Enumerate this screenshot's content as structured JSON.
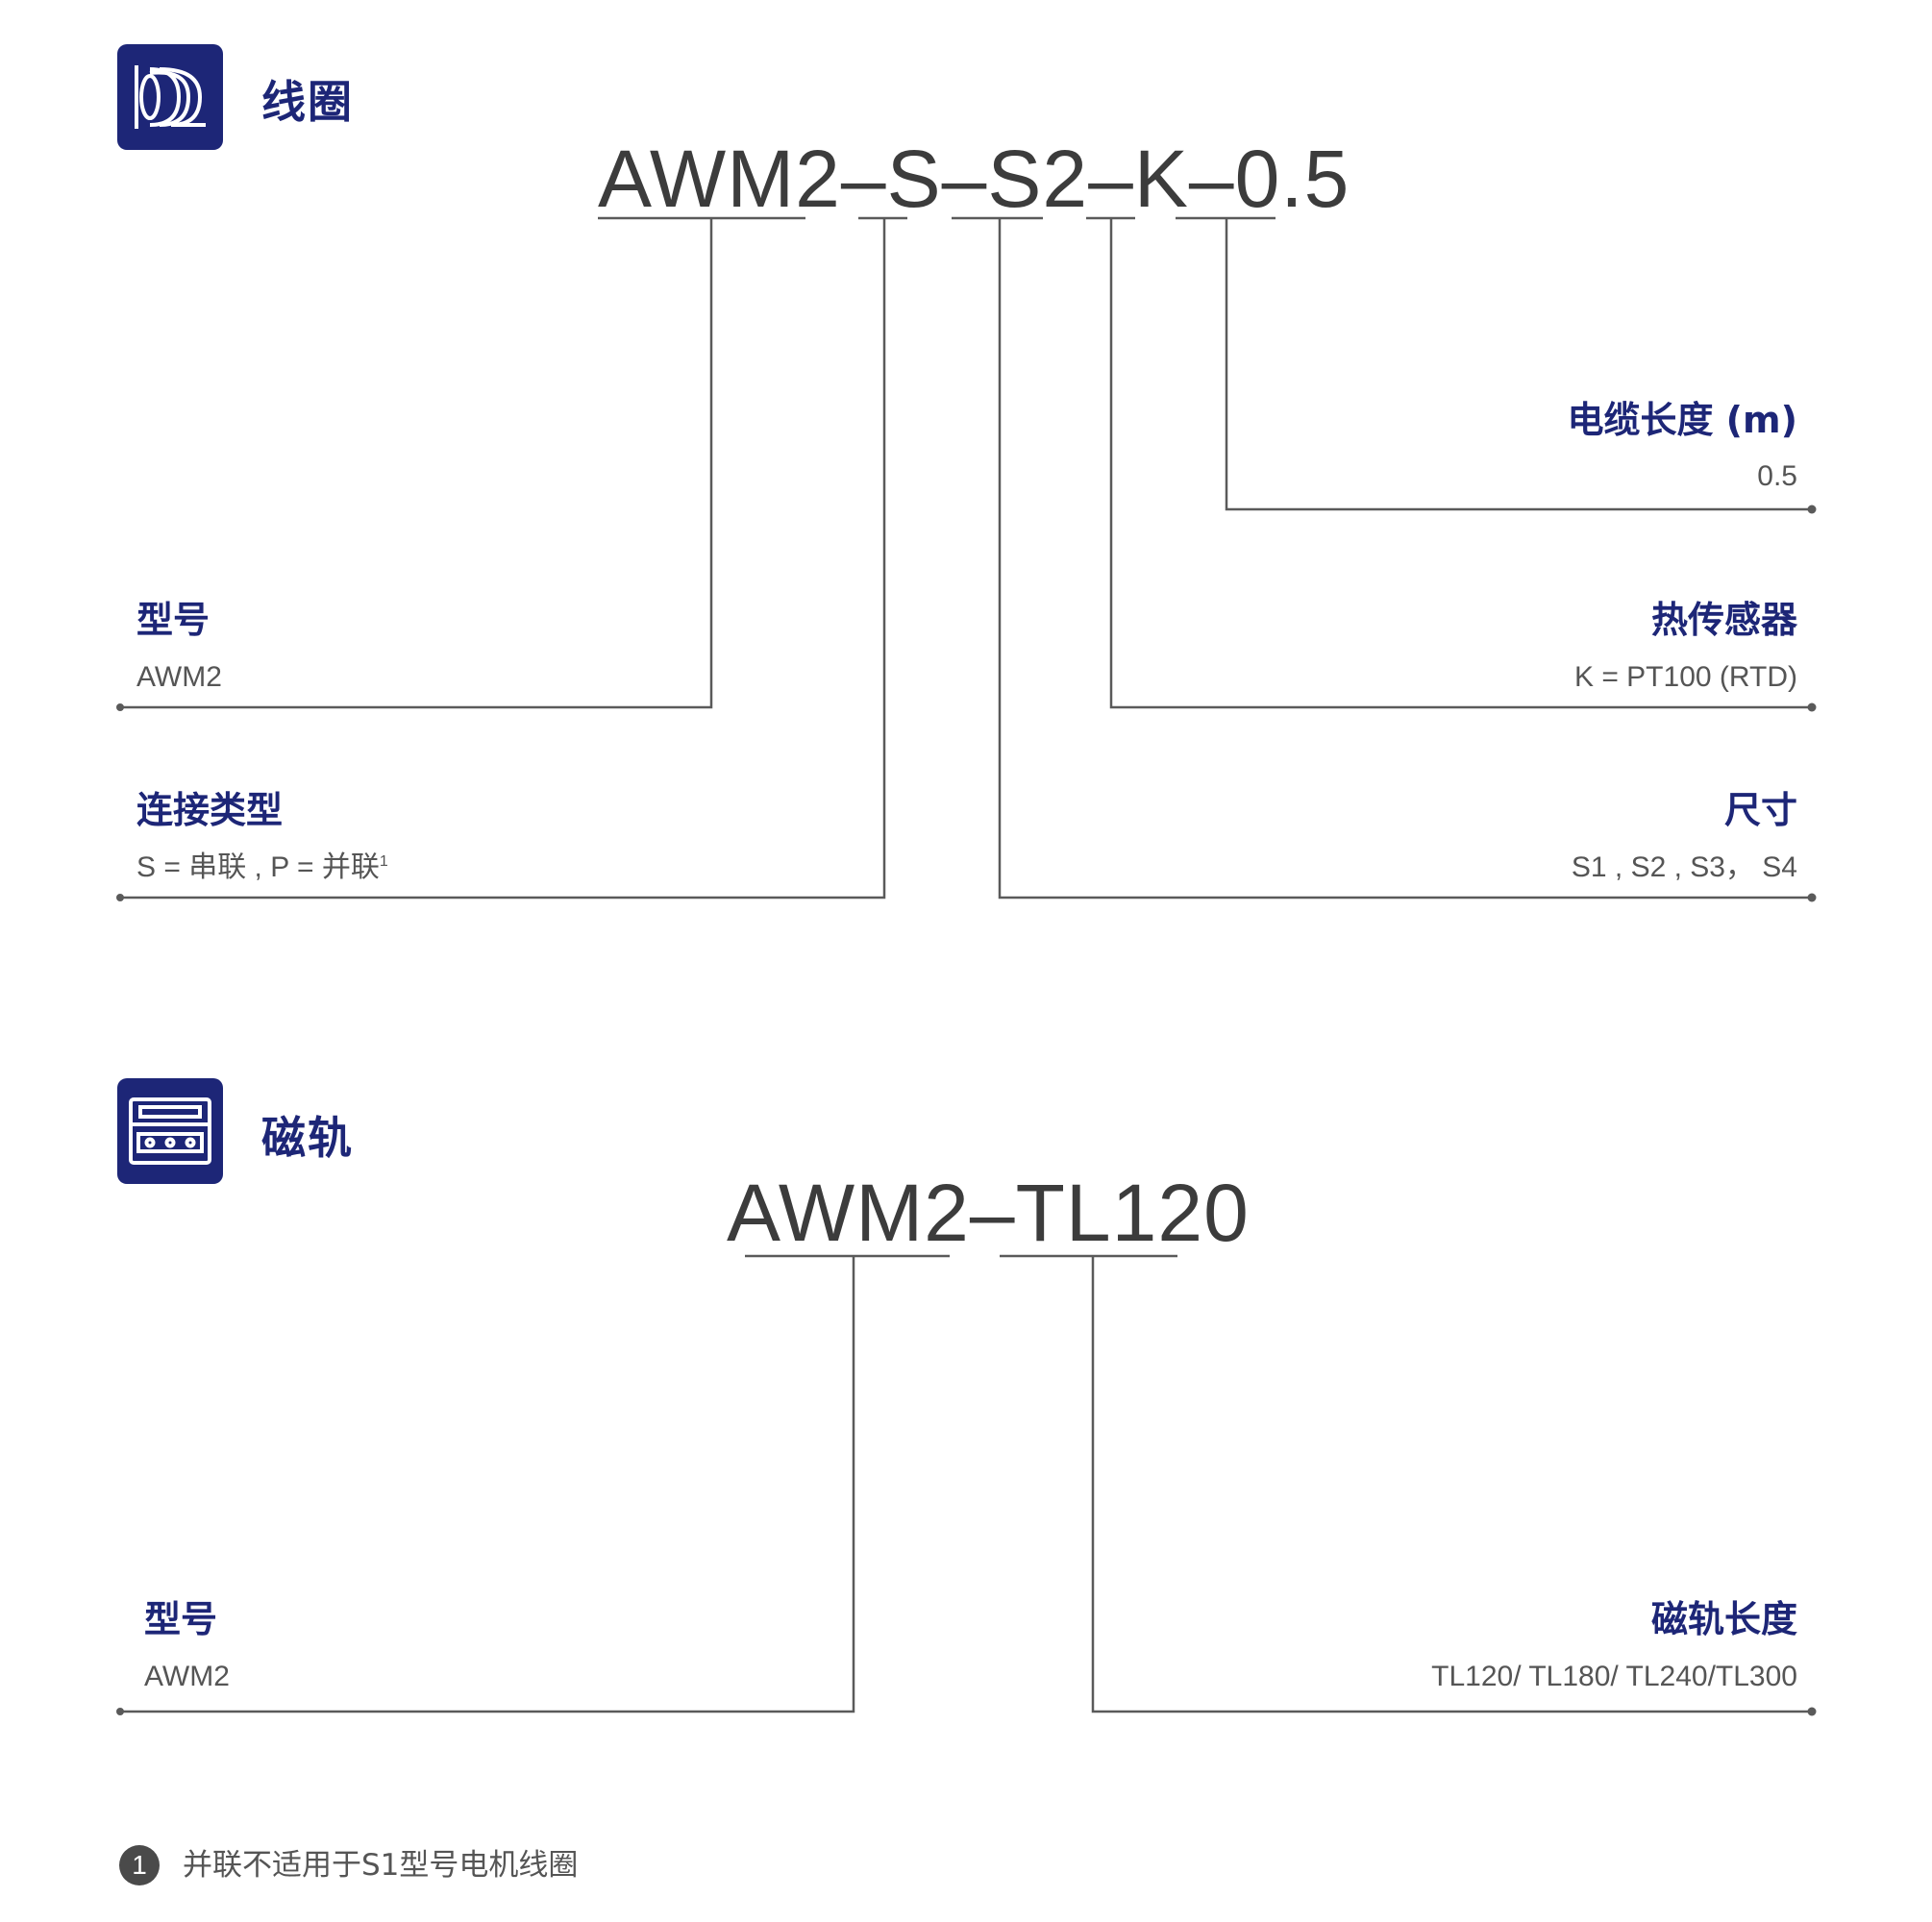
{
  "coil": {
    "icon": "coil-icon",
    "title": "线圈",
    "code_parts": [
      "AWM2",
      "–",
      "S",
      "–",
      "S2",
      "–",
      "K",
      "–",
      "0.5"
    ],
    "fields": {
      "cable_length": {
        "title": "电缆长度 (m)",
        "value": "0.5"
      },
      "model": {
        "title": "型号",
        "value": "AWM2"
      },
      "thermal_sensor": {
        "title": "热传感器",
        "value": "K = PT100 (RTD)"
      },
      "connection": {
        "title": "连接类型",
        "value": "S = 串联 , P = 并联",
        "sup": "1"
      },
      "size": {
        "title": "尺寸",
        "value": "S1 , S2 , S3， S4"
      }
    }
  },
  "track": {
    "icon": "magnetic-track-icon",
    "title": "磁轨",
    "code_parts": [
      "AWM2",
      "–",
      "TL120"
    ],
    "fields": {
      "model": {
        "title": "型号",
        "value": "AWM2"
      },
      "track_length": {
        "title": "磁轨长度",
        "value": "TL120/ TL180/ TL240/TL300"
      }
    }
  },
  "footnote": {
    "number": "1",
    "text": "并联不适用于S1型号电机线圈"
  },
  "colors": {
    "brand": "#1d2677",
    "text": "#3c3c3c",
    "line": "#555555"
  }
}
